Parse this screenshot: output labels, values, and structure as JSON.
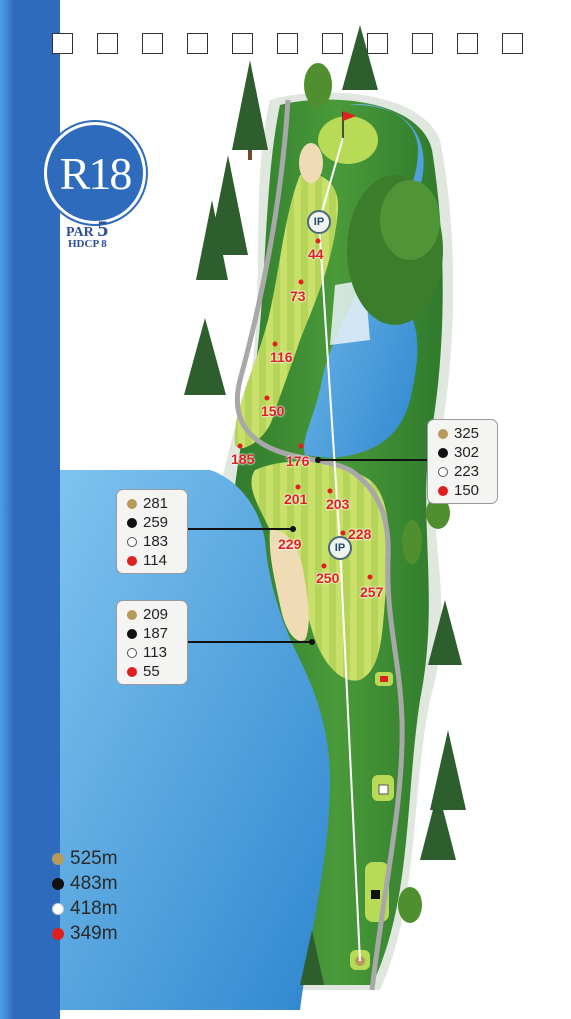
{
  "hole": {
    "label": "R18",
    "par_prefix": "PAR",
    "par": "5",
    "hdcp": "HDCP 8"
  },
  "tee_colors": {
    "gold": "#b59a5c",
    "black": "#111111",
    "white": "#ffffff",
    "red": "#e02020"
  },
  "brand_color": "#2f6bbd",
  "markers": [
    {
      "label": "IP"
    },
    {
      "label": "IP"
    }
  ],
  "distances": [
    "44",
    "73",
    "116",
    "150",
    "185",
    "176",
    "201",
    "203",
    "228",
    "229",
    "250",
    "257"
  ],
  "yardage_boxes": [
    {
      "values": [
        "325",
        "302",
        "223",
        "150"
      ]
    },
    {
      "values": [
        "281",
        "259",
        "183",
        "114"
      ]
    },
    {
      "values": [
        "209",
        "187",
        "113",
        "55"
      ]
    }
  ],
  "legend": [
    "525m",
    "483m",
    "418m",
    "349m"
  ]
}
